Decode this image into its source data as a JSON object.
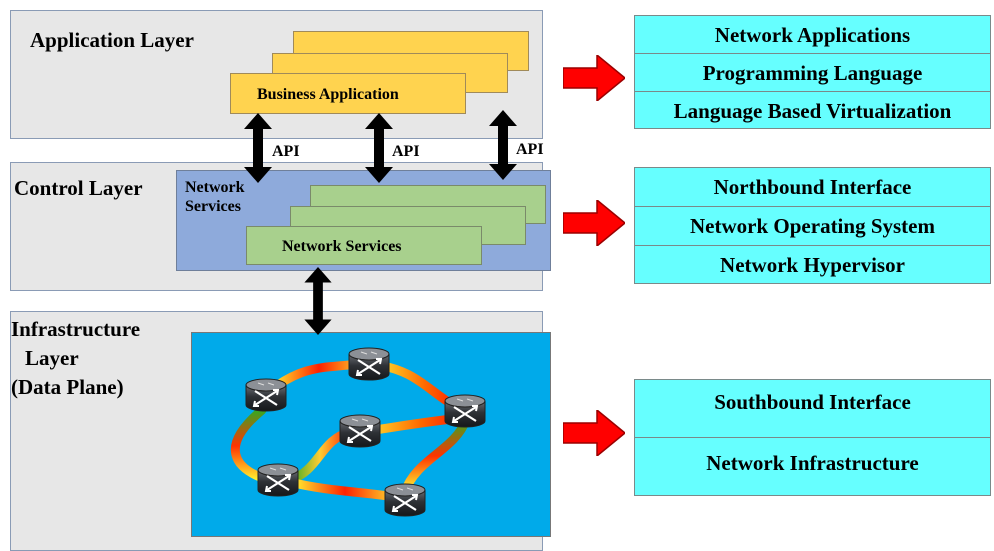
{
  "layers": {
    "application": {
      "title": "Application Layer",
      "app_label": "Business Application"
    },
    "control": {
      "title": "Control Layer",
      "services_title": "Network\nServices",
      "service_label": "Network Services"
    },
    "infrastructure": {
      "title_line1": "Infrastructure",
      "title_line2": "Layer",
      "title_line3": "(Data Plane)"
    }
  },
  "api_labels": [
    "API",
    "API",
    "API"
  ],
  "right_panels": {
    "application": [
      "Network Applications",
      "Programming Language",
      "Language Based Virtualization"
    ],
    "control": [
      "Northbound Interface",
      "Network Operating System",
      "Network Hypervisor"
    ],
    "infrastructure": [
      "Southbound Interface",
      "Network Infrastructure"
    ]
  },
  "colors": {
    "layer_bg": "#e7e7e7",
    "app_boxes": "#ffd34f",
    "service_boxes": "#a8d08d",
    "control_panel": "#8eaadb",
    "infra_panel": "#00aaea",
    "right_panels": "#66ffff",
    "pointer_arrow": "#ff0000"
  },
  "icons": [
    "switch-icon",
    "double-arrow-icon",
    "red-arrow-icon"
  ]
}
